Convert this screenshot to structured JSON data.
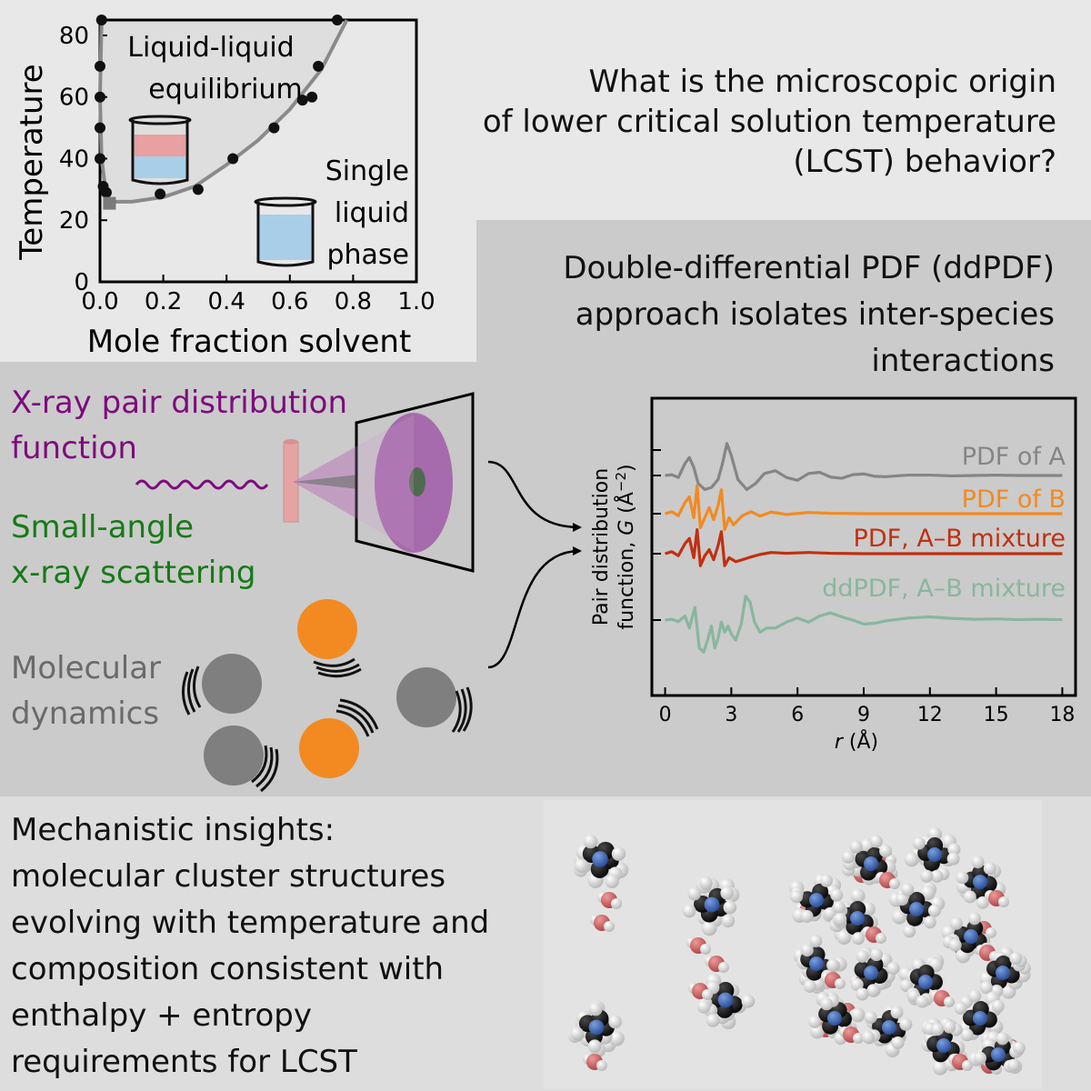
{
  "colors": {
    "bg_top": "#e8e8e8",
    "bg_middle": "#cbcbcb",
    "bg_bottom": "#dddddd",
    "purple": "#7e0a7e",
    "green": "#177a17",
    "gray_text": "#6a6a6a",
    "orange": "#f28a21",
    "red": "#c03010",
    "teal": "#88b79d",
    "gray_series": "#858585"
  },
  "phase_diagram": {
    "ylabel": "Temperature",
    "xlabel": "Mole fraction solvent",
    "region_two_phase": [
      "Liquid-liquid",
      "equilibrium"
    ],
    "region_one_phase": [
      "Single",
      "liquid",
      "phase"
    ],
    "x_ticks": [
      "0.0",
      "0.2",
      "0.4",
      "0.6",
      "0.8",
      "1.0"
    ],
    "y_ticks": [
      "0",
      "20",
      "40",
      "60",
      "80"
    ]
  },
  "question": [
    "What is the microscopic origin",
    "of lower critical solution temperature",
    "(LCST) behavior?"
  ],
  "ddpdf_caption": [
    "Double-differential PDF (ddPDF)",
    "approach isolates inter-species",
    "interactions"
  ],
  "methods": {
    "xpdf": [
      "X-ray pair distribution",
      "function"
    ],
    "saxs": [
      "Small-angle",
      "x-ray scattering"
    ],
    "md": [
      "Molecular",
      "dynamics"
    ]
  },
  "pdf_plot": {
    "ylabel_line1": "Pair distribution",
    "ylabel_line2_prefix": "function, ",
    "ylabel_line2_italic": "G",
    "ylabel_line2_suffix": " (Å",
    "ylabel_line2_sup": "−2",
    "ylabel_line2_end": ")",
    "xlabel_italic": "r",
    "xlabel_suffix": " (Å)",
    "x_ticks": [
      "0",
      "3",
      "6",
      "9",
      "12",
      "15",
      "18"
    ],
    "series": [
      {
        "name": "PDF of A"
      },
      {
        "name": "PDF of B"
      },
      {
        "name": "PDF, A–B mixture"
      },
      {
        "name": "ddPDF, A–B mixture"
      }
    ]
  },
  "insights": [
    "Mechanistic insights:",
    "molecular cluster structures",
    "evolving with temperature and",
    "composition consistent with",
    "enthalpy + entropy",
    "requirements for LCST"
  ],
  "chart_data": [
    {
      "type": "scatter",
      "xlabel": "Mole fraction solvent",
      "ylabel": "Temperature",
      "xlim": [
        0,
        1.0
      ],
      "ylim": [
        0,
        85
      ],
      "x_ticks": [
        0.0,
        0.2,
        0.4,
        0.6,
        0.8,
        1.0
      ],
      "y_ticks": [
        0,
        20,
        40,
        60,
        80
      ],
      "points": [
        [
          0.005,
          85
        ],
        [
          0.0,
          70
        ],
        [
          0.0,
          60
        ],
        [
          0.0,
          50
        ],
        [
          0.0,
          40
        ],
        [
          0.01,
          31
        ],
        [
          0.02,
          29
        ],
        [
          0.19,
          28.5
        ],
        [
          0.31,
          30
        ],
        [
          0.42,
          40
        ],
        [
          0.55,
          50
        ],
        [
          0.64,
          59
        ],
        [
          0.67,
          60
        ],
        [
          0.69,
          70
        ],
        [
          0.75,
          85
        ]
      ],
      "critical_point": [
        0.03,
        25.5
      ],
      "fit_curve": [
        [
          0.005,
          85
        ],
        [
          0.0,
          60
        ],
        [
          0.005,
          40
        ],
        [
          0.015,
          32
        ],
        [
          0.03,
          26
        ],
        [
          0.1,
          26
        ],
        [
          0.2,
          27.5
        ],
        [
          0.3,
          31
        ],
        [
          0.4,
          38
        ],
        [
          0.5,
          46
        ],
        [
          0.6,
          56
        ],
        [
          0.7,
          69
        ],
        [
          0.78,
          85
        ]
      ]
    },
    {
      "type": "line",
      "xlabel": "r (Å)",
      "ylabel": "Pair distribution function, G (Å−2)",
      "xlim": [
        -0.6,
        18.6
      ],
      "x_ticks": [
        0,
        3,
        6,
        9,
        12,
        15,
        18
      ],
      "series": [
        {
          "name": "PDF of A",
          "offset": 3,
          "points": [
            [
              0,
              0
            ],
            [
              0.3,
              0.02
            ],
            [
              0.6,
              -0.05
            ],
            [
              0.9,
              0.3
            ],
            [
              1.1,
              0.45
            ],
            [
              1.3,
              0.2
            ],
            [
              1.5,
              -0.2
            ],
            [
              1.8,
              -0.35
            ],
            [
              2.1,
              -0.3
            ],
            [
              2.4,
              -0.1
            ],
            [
              2.6,
              0.3
            ],
            [
              2.8,
              0.8
            ],
            [
              3.0,
              0.5
            ],
            [
              3.3,
              -0.1
            ],
            [
              3.7,
              -0.35
            ],
            [
              4.1,
              -0.2
            ],
            [
              4.5,
              0.05
            ],
            [
              5.0,
              0.12
            ],
            [
              5.5,
              -0.05
            ],
            [
              6.0,
              -0.12
            ],
            [
              6.5,
              0.05
            ],
            [
              7.0,
              0.08
            ],
            [
              7.5,
              -0.04
            ],
            [
              8.0,
              -0.07
            ],
            [
              8.5,
              0.02
            ],
            [
              9.0,
              0.04
            ],
            [
              9.5,
              -0.02
            ],
            [
              10.0,
              -0.03
            ],
            [
              11.0,
              0.01
            ],
            [
              12.0,
              0.01
            ],
            [
              13.0,
              -0.01
            ],
            [
              14.0,
              0.0
            ],
            [
              15.0,
              0.01
            ],
            [
              16.0,
              0.0
            ],
            [
              17.0,
              0.0
            ],
            [
              18.0,
              0.0
            ]
          ]
        },
        {
          "name": "PDF of B",
          "offset": 2,
          "points": [
            [
              0,
              0
            ],
            [
              0.3,
              0.05
            ],
            [
              0.6,
              -0.05
            ],
            [
              0.9,
              0.28
            ],
            [
              1.1,
              0.42
            ],
            [
              1.3,
              -0.1
            ],
            [
              1.45,
              0.7
            ],
            [
              1.6,
              -0.35
            ],
            [
              1.8,
              -0.1
            ],
            [
              2.0,
              0.15
            ],
            [
              2.2,
              -0.15
            ],
            [
              2.4,
              0.2
            ],
            [
              2.55,
              0.6
            ],
            [
              2.7,
              -0.4
            ],
            [
              2.9,
              -0.1
            ],
            [
              3.1,
              -0.28
            ],
            [
              3.5,
              -0.05
            ],
            [
              3.9,
              0.05
            ],
            [
              4.3,
              -0.06
            ],
            [
              4.8,
              0.04
            ],
            [
              5.5,
              -0.02
            ],
            [
              6.5,
              0.03
            ],
            [
              7.5,
              0.01
            ],
            [
              9.0,
              0.0
            ],
            [
              12.0,
              0.0
            ],
            [
              15.0,
              0.0
            ],
            [
              18.0,
              0.0
            ]
          ]
        },
        {
          "name": "PDF, A–B mixture",
          "offset": 1,
          "points": [
            [
              0,
              0
            ],
            [
              0.3,
              0.05
            ],
            [
              0.6,
              -0.05
            ],
            [
              0.9,
              0.25
            ],
            [
              1.1,
              0.38
            ],
            [
              1.3,
              -0.1
            ],
            [
              1.45,
              0.6
            ],
            [
              1.6,
              -0.3
            ],
            [
              1.8,
              -0.05
            ],
            [
              2.0,
              0.1
            ],
            [
              2.2,
              -0.15
            ],
            [
              2.4,
              0.2
            ],
            [
              2.55,
              0.55
            ],
            [
              2.7,
              -0.3
            ],
            [
              2.9,
              -0.1
            ],
            [
              3.2,
              -0.2
            ],
            [
              3.5,
              -0.15
            ],
            [
              3.9,
              -0.08
            ],
            [
              4.3,
              -0.02
            ],
            [
              4.8,
              0.03
            ],
            [
              5.5,
              0.01
            ],
            [
              6.5,
              0.03
            ],
            [
              7.5,
              0.01
            ],
            [
              9.0,
              0.0
            ],
            [
              12.0,
              0.0
            ],
            [
              15.0,
              0.0
            ],
            [
              18.0,
              0.0
            ]
          ]
        },
        {
          "name": "ddPDF, A–B mixture",
          "offset": 0,
          "points": [
            [
              0,
              0
            ],
            [
              0.3,
              0.02
            ],
            [
              0.6,
              -0.04
            ],
            [
              0.9,
              0.1
            ],
            [
              1.1,
              -0.2
            ],
            [
              1.35,
              0.32
            ],
            [
              1.55,
              -0.7
            ],
            [
              1.75,
              -0.8
            ],
            [
              1.95,
              -0.45
            ],
            [
              2.1,
              -0.15
            ],
            [
              2.25,
              -0.7
            ],
            [
              2.4,
              -0.45
            ],
            [
              2.55,
              -0.05
            ],
            [
              2.7,
              -0.3
            ],
            [
              2.85,
              -0.15
            ],
            [
              3.0,
              -0.35
            ],
            [
              3.2,
              -0.5
            ],
            [
              3.45,
              -0.1
            ],
            [
              3.65,
              0.6
            ],
            [
              3.85,
              0.45
            ],
            [
              4.05,
              -0.05
            ],
            [
              4.3,
              -0.3
            ],
            [
              4.6,
              -0.2
            ],
            [
              5.0,
              -0.2
            ],
            [
              5.5,
              -0.05
            ],
            [
              6.0,
              0.05
            ],
            [
              6.5,
              -0.05
            ],
            [
              7.0,
              0.1
            ],
            [
              7.5,
              0.18
            ],
            [
              8.0,
              0.08
            ],
            [
              8.5,
              0.0
            ],
            [
              9.0,
              -0.1
            ],
            [
              9.5,
              -0.08
            ],
            [
              10.0,
              -0.02
            ],
            [
              11.0,
              0.05
            ],
            [
              12.0,
              0.08
            ],
            [
              13.0,
              0.04
            ],
            [
              14.0,
              0.02
            ],
            [
              15.0,
              0.03
            ],
            [
              16.0,
              0.01
            ],
            [
              17.0,
              0.02
            ],
            [
              18.0,
              0.01
            ]
          ]
        }
      ]
    }
  ]
}
